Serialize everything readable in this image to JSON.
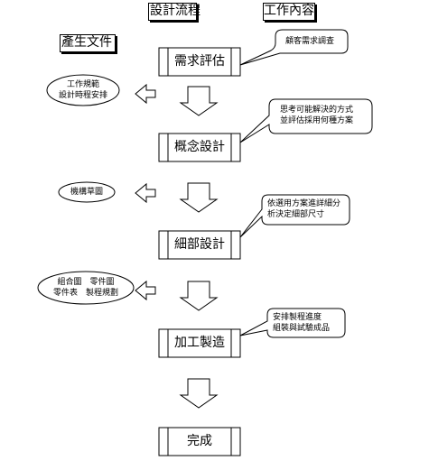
{
  "headers": {
    "flow": "設計流程",
    "content": "工作內容",
    "docs": "產生文件"
  },
  "steps": [
    {
      "label": "需求評估"
    },
    {
      "label": "概念設計"
    },
    {
      "label": "細部設計"
    },
    {
      "label": "加工製造"
    },
    {
      "label": "完成"
    }
  ],
  "callouts": [
    {
      "lines": [
        "顧客需求調查"
      ]
    },
    {
      "lines": [
        "思考可能解決的方式",
        "並評估採用何種方案"
      ]
    },
    {
      "lines": [
        "依選用方案進詳細分",
        "析決定細部尺寸"
      ]
    },
    {
      "lines": [
        "安排製程進度",
        "組裝與試驗成品"
      ]
    }
  ],
  "documents": [
    {
      "lines": [
        "工作規範",
        "設計時程安排"
      ]
    },
    {
      "lines": [
        "機構草圖"
      ]
    },
    {
      "lines": [
        "組合圖　零件圖",
        "零件表　製程規劃"
      ]
    }
  ]
}
